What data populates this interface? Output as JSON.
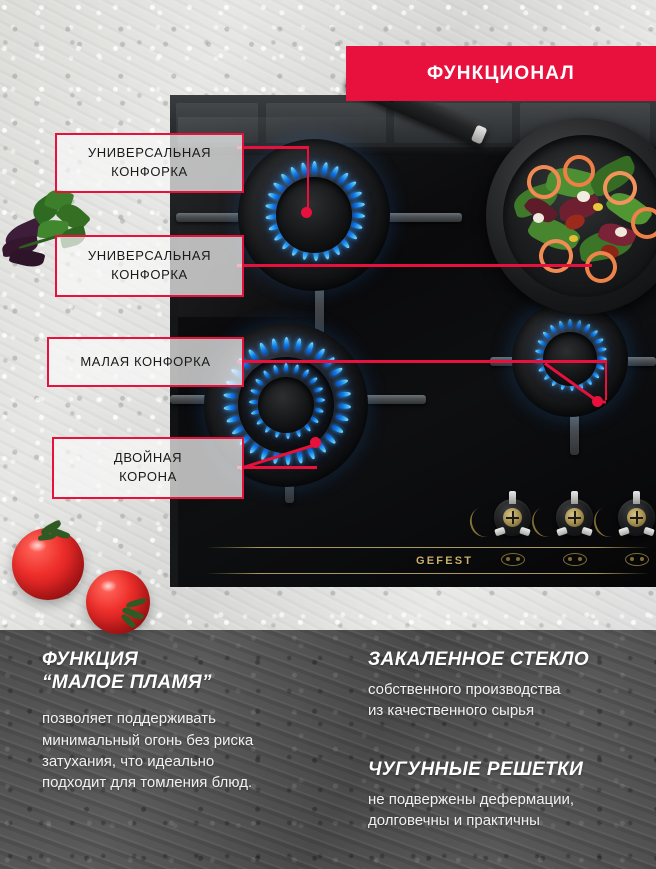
{
  "banner": {
    "title": "ФУНКЦИОНАЛ",
    "color": "#E8103C"
  },
  "product": {
    "brand": "GEFEST",
    "cooktop_type": "gas-hob-black-glass",
    "pan_contents": "shrimp-salad"
  },
  "callouts": [
    {
      "id": "callout-universal-burner-1",
      "text": "УНИВЕРСАЛЬНАЯ\nКОНФОРКА"
    },
    {
      "id": "callout-universal-burner-2",
      "text": "УНИВЕРСАЛЬНАЯ\nКОНФОРКА"
    },
    {
      "id": "callout-small-burner",
      "text": "МАЛАЯ КОНФОРКА"
    },
    {
      "id": "callout-double-crown",
      "text": "ДВОЙНАЯ\nКОРОНА"
    }
  ],
  "features": [
    {
      "id": "feature-small-flame",
      "title": "ФУНКЦИЯ\n“МАЛОЕ ПЛАМЯ”",
      "body": "позволяет поддерживать\nминимальный огонь без риска\nзатухания, что идеально\nподходит для томления блюд."
    },
    {
      "id": "feature-tempered-glass",
      "title": "ЗАКАЛЕННОЕ СТЕКЛО",
      "body": "собственного производства\nиз качественного сырья"
    },
    {
      "id": "feature-cast-iron-grates",
      "title": "ЧУГУННЫЕ РЕШЕТКИ",
      "body": "не подвержены дефермации,\nдолговечны и практичны"
    }
  ]
}
